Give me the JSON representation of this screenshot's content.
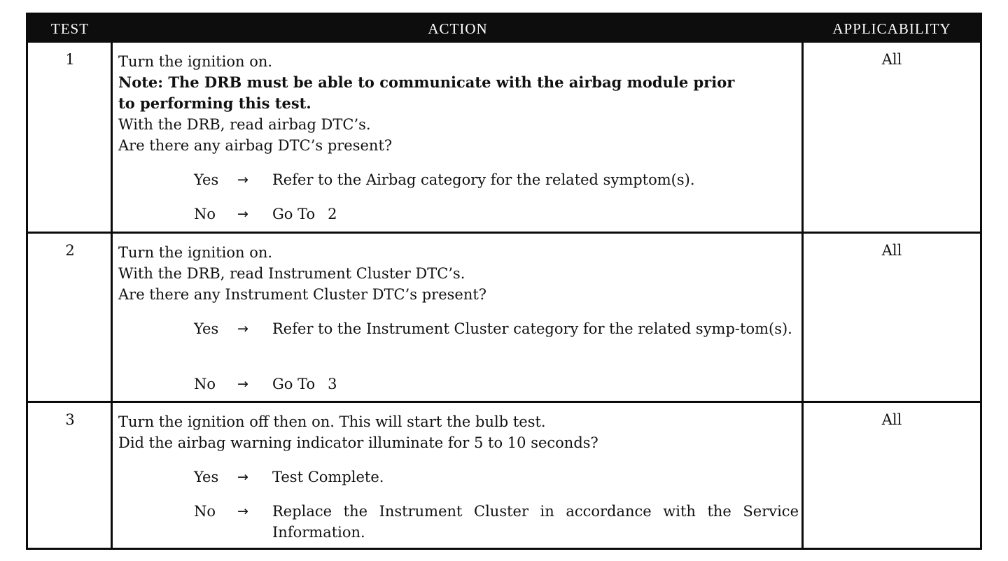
{
  "headers": {
    "test": "TEST",
    "action": "ACTION",
    "applicability": "APPLICABILITY"
  },
  "arrow": "→",
  "rows": [
    {
      "test": "1",
      "applicability": "All",
      "lines": [
        "Turn the ignition on.",
        "Note: The DRB must be able to communicate with the airbag module prior",
        "to performing this test.",
        "With the DRB, read airbag DTC’s.",
        "Are there any airbag DTC’s present?"
      ],
      "yes_label": "Yes",
      "yes_text": "Refer to the Airbag category for the related symptom(s).",
      "no_label": "No",
      "no_text": "Go To",
      "no_goto": "2"
    },
    {
      "test": "2",
      "applicability": "All",
      "lines": [
        "Turn the ignition on.",
        "With the DRB, read Instrument Cluster DTC’s.",
        "Are there any Instrument Cluster DTC’s present?"
      ],
      "yes_label": "Yes",
      "yes_text": "Refer to the Instrument Cluster category for the related symp-tom(s).",
      "no_label": "No",
      "no_text": "Go To",
      "no_goto": "3"
    },
    {
      "test": "3",
      "applicability": "All",
      "lines": [
        "Turn the ignition off then on. This will start the bulb test.",
        "Did the airbag warning indicator illuminate for 5 to 10 seconds?"
      ],
      "yes_label": "Yes",
      "yes_text": "Test Complete.",
      "no_label": "No",
      "no_text": "Replace the Instrument Cluster in accordance with the Service Information."
    }
  ]
}
